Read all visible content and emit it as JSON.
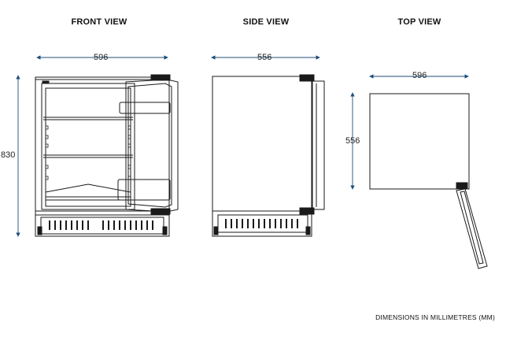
{
  "views": {
    "front": {
      "title": "FRONT VIEW",
      "width": "596",
      "height": "830"
    },
    "side": {
      "title": "SIDE VIEW",
      "depth": "556"
    },
    "top": {
      "title": "TOP VIEW",
      "width": "596",
      "depth": "556"
    }
  },
  "footnote": "DIMENSIONS IN MILLIMETRES (MM)",
  "colors": {
    "dimension": "#1f4e79",
    "outline": "#1a1a1a"
  }
}
